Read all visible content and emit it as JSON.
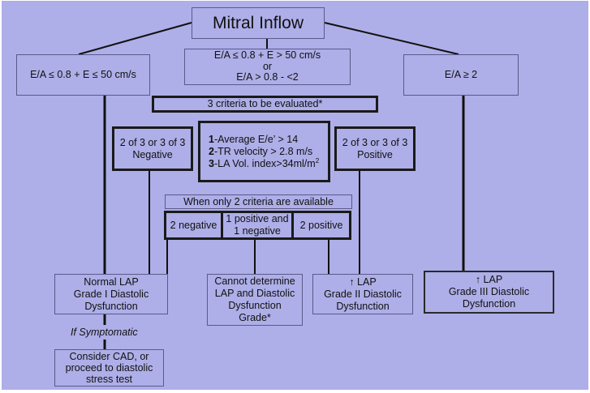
{
  "diagram": {
    "title": "Mitral Inflow",
    "ea_low": "E/A ≤ 0.8 + E ≤ 50 cm/s",
    "ea_mid": {
      "line1": "E/A ≤ 0.8 + E > 50 cm/s",
      "line2": "or",
      "line3": "E/A > 0.8 - <2"
    },
    "ea_high": "E/A ≥ 2",
    "criteria_header": "3 criteria to be evaluated*",
    "criteria": [
      {
        "num": "1",
        "text": "-Average E/e’ > 14"
      },
      {
        "num": "2",
        "text": "-TR velocity > 2.8 m/s"
      },
      {
        "num": "3",
        "text": "-LA Vol. index>34ml/m",
        "sup": "2"
      }
    ],
    "negative": {
      "line1": "2 of 3 or 3 of 3",
      "line2": "Negative"
    },
    "positive": {
      "line1": "2 of 3 or 3 of 3",
      "line2": "Positive"
    },
    "two_criteria_header": "When only 2 criteria are available",
    "two_negative": "2 negative",
    "mixed": {
      "line1": "1 positive and",
      "line2": "1 negative"
    },
    "two_positive": "2 positive",
    "normal": {
      "line1": "Normal  LAP",
      "line2": "Grade I Diastolic",
      "line3": "Dysfunction"
    },
    "cannot": {
      "line1": "Cannot determine",
      "line2": "LAP and Diastolic",
      "line3": "Dysfunction",
      "line4": "Grade*"
    },
    "grade2": {
      "line1": "↑ LAP",
      "line2": "Grade II Diastolic",
      "line3": "Dysfunction"
    },
    "grade3": {
      "line1": "↑ LAP",
      "line2": "Grade III Diastolic",
      "line3": "Dysfunction"
    },
    "if_symptomatic": "If Symptomatic",
    "consider": {
      "line1": "Consider CAD, or",
      "line2": "proceed to diastolic",
      "line3": "stress  test"
    }
  },
  "colors": {
    "background": "#aeaee8",
    "border": "#1a1a1a",
    "thin_border": "#5a5a8a"
  }
}
